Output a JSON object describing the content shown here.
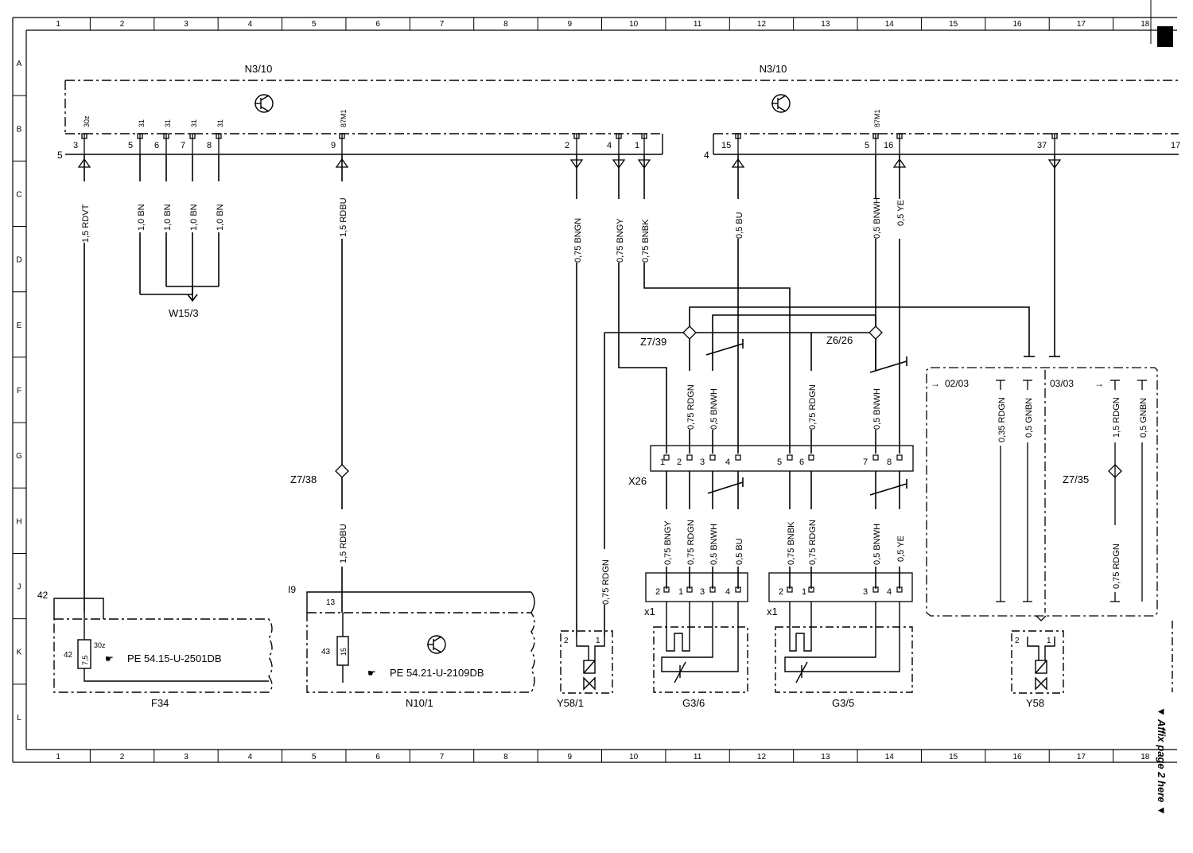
{
  "frame": {
    "columns": [
      "1",
      "2",
      "3",
      "4",
      "5",
      "6",
      "7",
      "8",
      "9",
      "10",
      "11",
      "12",
      "13",
      "14",
      "15",
      "16",
      "17",
      "18"
    ],
    "rows": [
      "A",
      "B",
      "C",
      "D",
      "E",
      "F",
      "G",
      "H",
      "J",
      "K",
      "L"
    ]
  },
  "modules": {
    "left_label": "N3/10",
    "right_label": "N3/10",
    "left_ground_pin": "5",
    "right_ground_pin": "4"
  },
  "pins_left": [
    {
      "num": "3",
      "fn": "30z"
    },
    {
      "num": "5",
      "fn": "31"
    },
    {
      "num": "6",
      "fn": "31"
    },
    {
      "num": "7",
      "fn": "31"
    },
    {
      "num": "8",
      "fn": "31"
    },
    {
      "num": "9",
      "fn": "87M1"
    },
    {
      "num": "2",
      "fn": ""
    },
    {
      "num": "4",
      "fn": ""
    },
    {
      "num": "1",
      "fn": ""
    }
  ],
  "pins_right": [
    {
      "num": "15",
      "fn": ""
    },
    {
      "num": "5",
      "fn": "87M1"
    },
    {
      "num": "16",
      "fn": ""
    },
    {
      "num": "37",
      "fn": ""
    },
    {
      "num": "17",
      "fn": ""
    }
  ],
  "wires_top": [
    "1,5 RDVT",
    "1,0 BN",
    "1,0 BN",
    "1,0 BN",
    "1,0 BN",
    "1,5 RDBU",
    "0,75 BNGN",
    "0,75 BNGY",
    "0,75 BNBK",
    "0,5 BU",
    "0,5 BNWH",
    "0,5 YE"
  ],
  "wires_mid": [
    "0,75 RDGN",
    "0,5 BNWH",
    "0,75 RDGN",
    "0,5 BNWH",
    "0,35 RDGN",
    "0,5 GNBN",
    "1,5 RDGN",
    "0,5 GNBN"
  ],
  "wires_low": [
    "1,5 RDBU",
    "0,75 RDGN",
    "0,75 BNGY",
    "0,75 RDGN",
    "0,5 BNWH",
    "0,5 BU",
    "0,75 BNBK",
    "0,75 RDGN",
    "0,5 BNWH",
    "0,5 YE",
    "0,75 RDGN"
  ],
  "labels": {
    "w15_3": "W15/3",
    "z7_39": "Z7/39",
    "z6_26": "Z6/26",
    "z7_38": "Z7/38",
    "z7_35": "Z7/35",
    "x26": "X26",
    "x1_a": "x1",
    "x1_b": "x1",
    "ref_02": "02/03",
    "ref_03": "03/03",
    "f34": "F34",
    "n10_1": "N10/1",
    "y58_1": "Y58/1",
    "g3_6": "G3/6",
    "g3_5": "G3/5",
    "y58": "Y58",
    "f34_pin_top": "42",
    "f34_pin_side": "42",
    "f34_30z": "30z",
    "f34_fuse": "7,5",
    "f34_ref": "PE 54.15-U-2501DB",
    "n10_label_left": "I9",
    "n10_pin13": "13",
    "n10_pin43": "43",
    "n10_fuse": "15",
    "n10_ref": "PE 54.21-U-2109DB",
    "affix": "▼ Affix page 2 here ▼"
  },
  "x26_pins": [
    "1",
    "2",
    "3",
    "4",
    "5",
    "6",
    "7",
    "8"
  ],
  "x1a_pins": [
    "2",
    "1",
    "3",
    "4"
  ],
  "x1b_pins": [
    "2",
    "1",
    "3",
    "4"
  ],
  "y58_pins": [
    "2",
    "1"
  ],
  "y581_pins": [
    "2",
    "1"
  ]
}
